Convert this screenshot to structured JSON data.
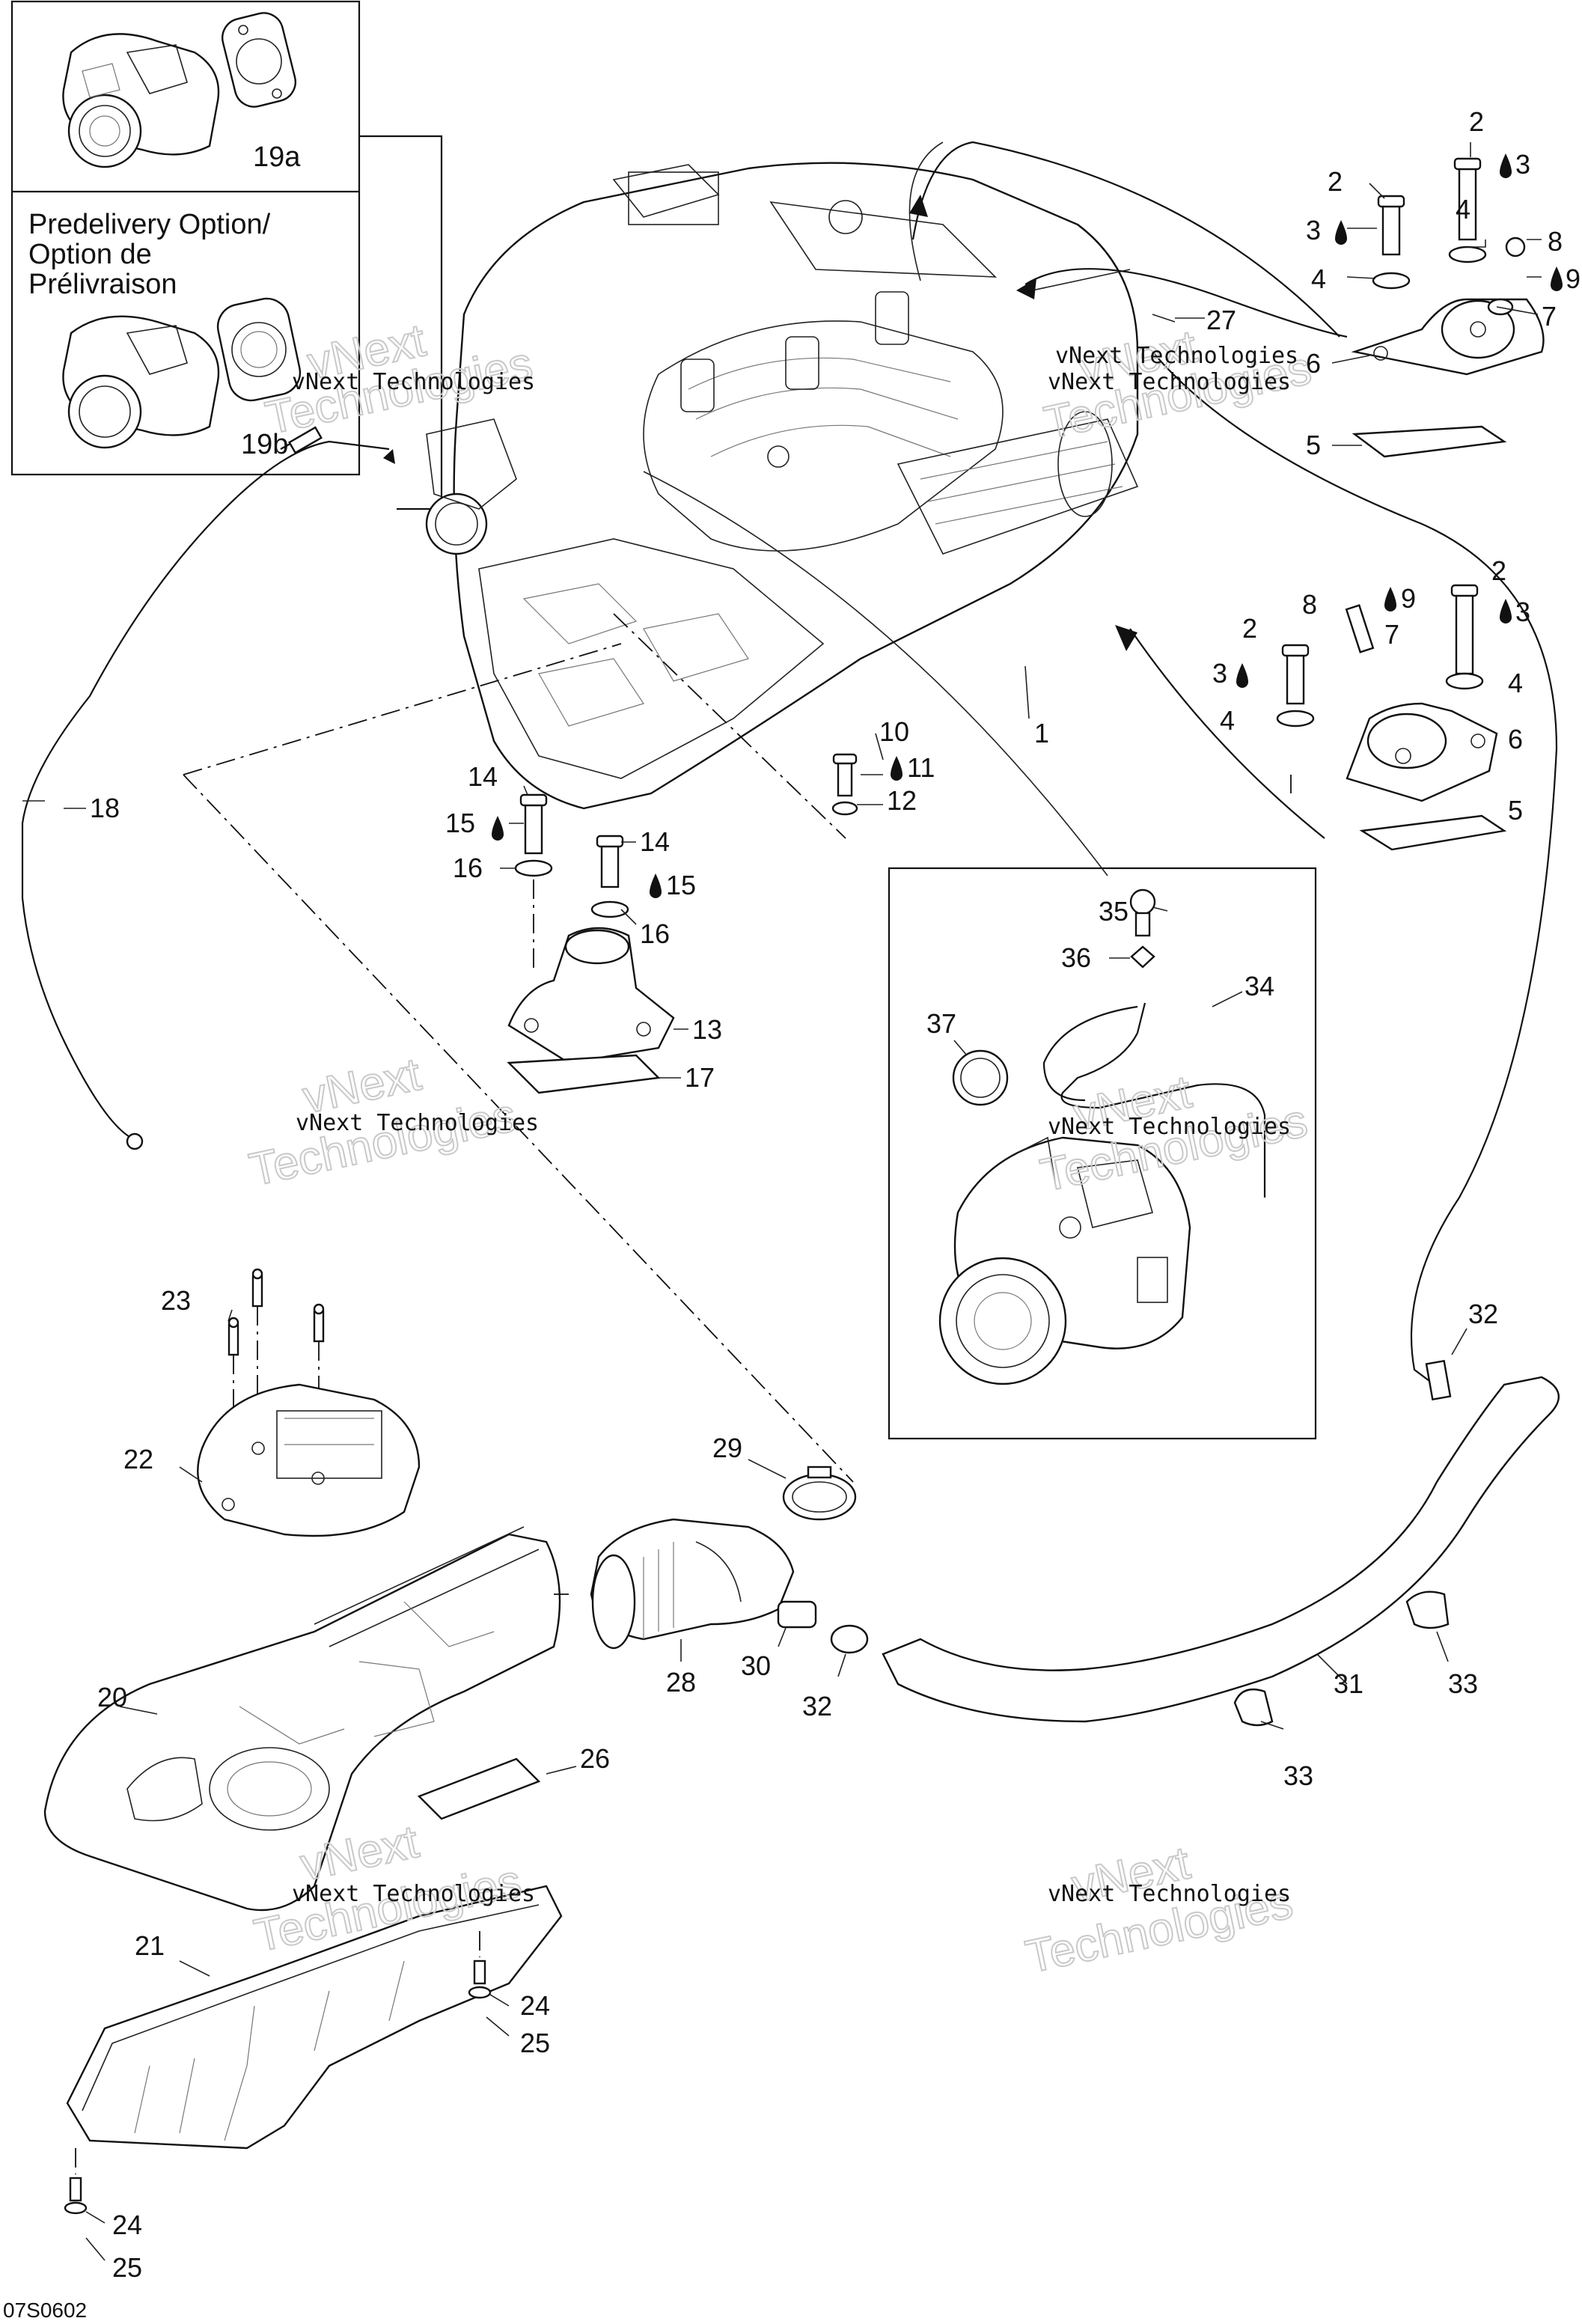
{
  "inset": {
    "top_label": "19a",
    "option_title": [
      "Predelivery Option/",
      "Option de",
      "Prélivraison"
    ],
    "bottom_label": "19b"
  },
  "watermark": {
    "line1": "vNext",
    "line2": "Technologies",
    "caption": "vNext Technologies"
  },
  "figure_code": "07S0602",
  "callouts": [
    {
      "id": "c-2a",
      "text": "2"
    },
    {
      "id": "c-3a",
      "text": "3"
    },
    {
      "id": "c-2b",
      "text": "2"
    },
    {
      "id": "c-3b",
      "text": "3"
    },
    {
      "id": "c-4a",
      "text": "4"
    },
    {
      "id": "c-4b",
      "text": "4"
    },
    {
      "id": "c-8a",
      "text": "8"
    },
    {
      "id": "c-9a",
      "text": "9"
    },
    {
      "id": "c-7a",
      "text": "7"
    },
    {
      "id": "c-6a",
      "text": "6"
    },
    {
      "id": "c-5a",
      "text": "5"
    },
    {
      "id": "c-27",
      "text": "27"
    },
    {
      "id": "c-2c",
      "text": "2"
    },
    {
      "id": "c-3c",
      "text": "3"
    },
    {
      "id": "c-8b",
      "text": "8"
    },
    {
      "id": "c-9b",
      "text": "9"
    },
    {
      "id": "c-2d",
      "text": "2"
    },
    {
      "id": "c-3d",
      "text": "3"
    },
    {
      "id": "c-7b",
      "text": "7"
    },
    {
      "id": "c-4c",
      "text": "4"
    },
    {
      "id": "c-4d",
      "text": "4"
    },
    {
      "id": "c-6b",
      "text": "6"
    },
    {
      "id": "c-5b",
      "text": "5"
    },
    {
      "id": "c-1",
      "text": "1"
    },
    {
      "id": "c-10",
      "text": "10"
    },
    {
      "id": "c-11",
      "text": "11"
    },
    {
      "id": "c-12",
      "text": "12"
    },
    {
      "id": "c-18",
      "text": "18"
    },
    {
      "id": "c-14a",
      "text": "14"
    },
    {
      "id": "c-15a",
      "text": "15"
    },
    {
      "id": "c-16a",
      "text": "16"
    },
    {
      "id": "c-14b",
      "text": "14"
    },
    {
      "id": "c-15b",
      "text": "15"
    },
    {
      "id": "c-16b",
      "text": "16"
    },
    {
      "id": "c-13",
      "text": "13"
    },
    {
      "id": "c-17",
      "text": "17"
    },
    {
      "id": "c-35",
      "text": "35"
    },
    {
      "id": "c-36",
      "text": "36"
    },
    {
      "id": "c-34",
      "text": "34"
    },
    {
      "id": "c-37",
      "text": "37"
    },
    {
      "id": "c-32a",
      "text": "32"
    },
    {
      "id": "c-23",
      "text": "23"
    },
    {
      "id": "c-22",
      "text": "22"
    },
    {
      "id": "c-29",
      "text": "29"
    },
    {
      "id": "c-20",
      "text": "20"
    },
    {
      "id": "c-28",
      "text": "28"
    },
    {
      "id": "c-30",
      "text": "30"
    },
    {
      "id": "c-32b",
      "text": "32"
    },
    {
      "id": "c-31",
      "text": "31"
    },
    {
      "id": "c-33a",
      "text": "33"
    },
    {
      "id": "c-33b",
      "text": "33"
    },
    {
      "id": "c-26",
      "text": "26"
    },
    {
      "id": "c-21",
      "text": "21"
    },
    {
      "id": "c-24a",
      "text": "24"
    },
    {
      "id": "c-25a",
      "text": "25"
    },
    {
      "id": "c-24b",
      "text": "24"
    },
    {
      "id": "c-25b",
      "text": "25"
    }
  ]
}
